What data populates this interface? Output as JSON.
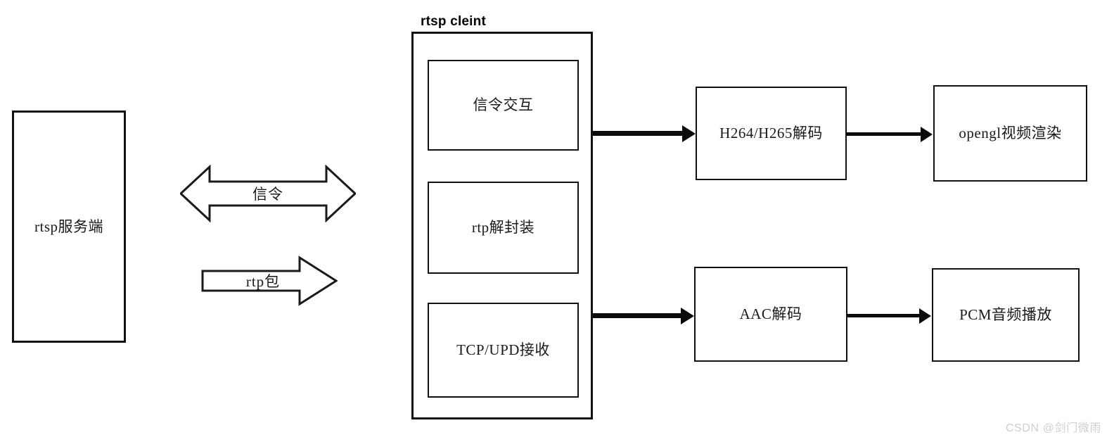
{
  "diagram": {
    "title_label": "rtsp cleint",
    "server": {
      "label": "rtsp服务端"
    },
    "flow_arrows": [
      {
        "name": "signaling",
        "label": "信令",
        "direction": "bidirectional"
      },
      {
        "name": "rtp-packet",
        "label": "rtp包",
        "direction": "right"
      }
    ],
    "client_modules": [
      {
        "name": "signal-exchange",
        "label": "信令交互"
      },
      {
        "name": "rtp-depacketize",
        "label": "rtp解封装"
      },
      {
        "name": "transport-receive",
        "label": "TCP/UPD接收"
      }
    ],
    "video_pipeline": [
      {
        "name": "video-decode",
        "label": "H264/H265解码"
      },
      {
        "name": "video-render",
        "label": "opengl视频渲染"
      }
    ],
    "audio_pipeline": [
      {
        "name": "audio-decode",
        "label": "AAC解码"
      },
      {
        "name": "audio-render",
        "label": "PCM音频播放"
      }
    ],
    "connectors": [
      {
        "name": "client-to-video-decode",
        "from": "rtsp cleint",
        "to": "H264/H265解码"
      },
      {
        "name": "video-decode-to-render",
        "from": "H264/H265解码",
        "to": "opengl视频渲染"
      },
      {
        "name": "client-to-audio-decode",
        "from": "rtsp cleint",
        "to": "AAC解码"
      },
      {
        "name": "audio-decode-to-render",
        "from": "AAC解码",
        "to": "PCM音频播放"
      }
    ],
    "watermark": "CSDN @剑门微雨",
    "colors": {
      "stroke": "#111111",
      "text": "#1a1a1a",
      "background": "#ffffff",
      "watermark": "#cfcfcf"
    }
  }
}
